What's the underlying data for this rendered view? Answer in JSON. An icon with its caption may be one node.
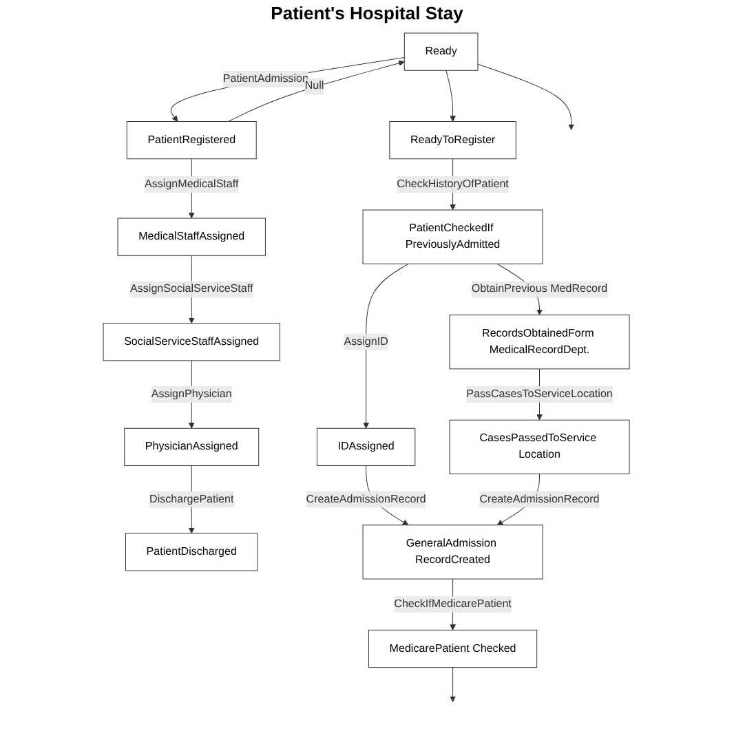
{
  "diagram": {
    "title": "Patient's Hospital Stay",
    "nodes": [
      {
        "text": [
          "Ready"
        ]
      },
      {
        "text": [
          "PatientRegistered"
        ]
      },
      {
        "text": [
          "MedicalStaffAssigned"
        ]
      },
      {
        "text": [
          "SocialServiceStaffAssigned"
        ]
      },
      {
        "text": [
          "PhysicianAssigned"
        ]
      },
      {
        "text": [
          "PatientDischarged"
        ]
      },
      {
        "text": [
          "ReadyToRegister"
        ]
      },
      {
        "text": [
          "PatientCheckedIf PreviouslyAdmitted"
        ]
      },
      {
        "text": [
          "IDAssigned"
        ]
      },
      {
        "text": [
          "RecordsObtainedForm MedicalRecordDept."
        ]
      },
      {
        "text": [
          "CasesPassedToService Location"
        ]
      },
      {
        "text": [
          "GeneralAdmission RecordCreated"
        ]
      },
      {
        "text": [
          "MedicarePatient Checked"
        ]
      }
    ],
    "edges": [
      {
        "from": 0,
        "to": 1,
        "label": "PatientAdmission",
        "arrow": "to"
      },
      {
        "from": 1,
        "to": 0,
        "label": "Null",
        "arrow": "to"
      },
      {
        "from": 1,
        "to": 2,
        "label": "AssignMedicalStaff",
        "arrow": "to"
      },
      {
        "from": 2,
        "to": 3,
        "label": "AssignSocialServiceStaff",
        "arrow": "to"
      },
      {
        "from": 3,
        "to": 4,
        "label": "AssignPhysician",
        "arrow": "to"
      },
      {
        "from": 4,
        "to": 5,
        "label": "DischargePatient",
        "arrow": "to"
      },
      {
        "from": 0,
        "to": 6,
        "arrow": "to"
      },
      {
        "from": 0,
        "to": null,
        "arrow": "to"
      },
      {
        "from": 6,
        "to": 7,
        "label": "CheckHistoryOfPatient",
        "arrow": "to"
      },
      {
        "from": 7,
        "to": 8,
        "label": "AssignID",
        "arrow": "to"
      },
      {
        "from": 7,
        "to": 9,
        "label": "ObtainPrevious MedRecord",
        "arrow": "to"
      },
      {
        "from": 9,
        "to": 10,
        "label": "PassCasesToServiceLocation",
        "arrow": "to"
      },
      {
        "from": 8,
        "to": 11,
        "label": "CreateAdmissionRecord",
        "arrow": "to"
      },
      {
        "from": 10,
        "to": 11,
        "label": "CreateAdmissionRecord",
        "arrow": "to"
      },
      {
        "from": 11,
        "to": 12,
        "label": "CheckIfMedicarePatient",
        "arrow": "to"
      },
      {
        "from": 12,
        "to": null,
        "arrow": "to"
      }
    ]
  }
}
